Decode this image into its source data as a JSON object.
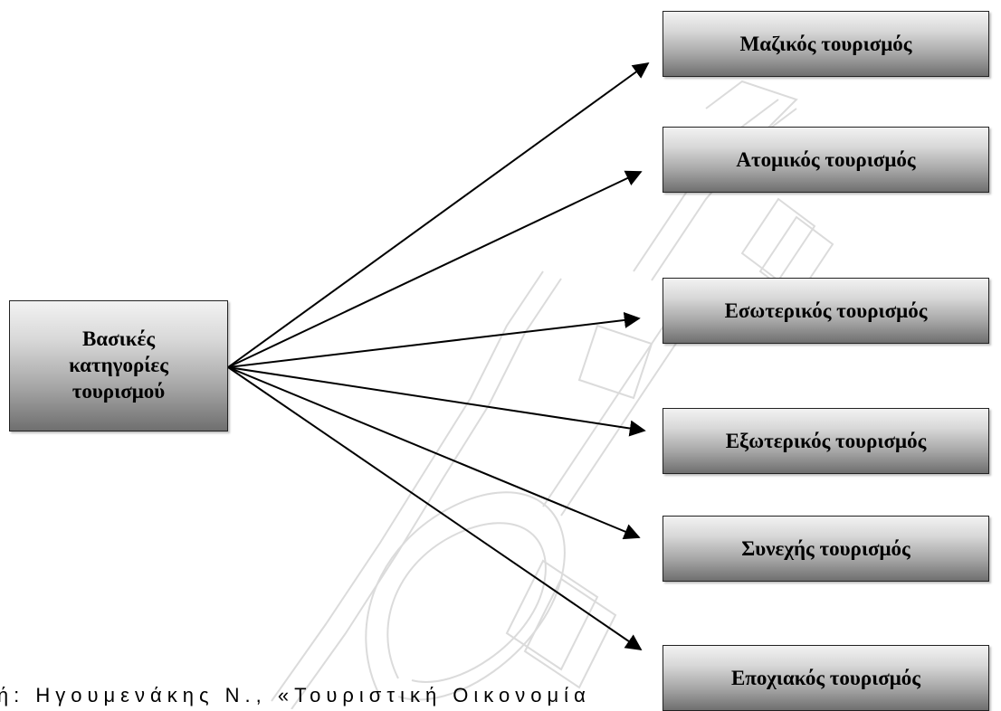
{
  "diagram": {
    "center": {
      "lines": [
        "Βασικές",
        "κατηγορίες",
        "τουρισμού"
      ]
    },
    "categories": [
      {
        "label": "Μαζικός τουρισμός"
      },
      {
        "label": "Ατομικός τουρισμός"
      },
      {
        "label": "Εσωτερικός τουρισμός"
      },
      {
        "label": "Εξωτερικός τουρισμός"
      },
      {
        "label": "Συνεχής τουρισμός"
      },
      {
        "label": "Εποχιακός τουρισμός"
      }
    ]
  },
  "caption": {
    "text": "ιή: Ηγουμενάκης Ν., «Τουριστική Οικονομία"
  },
  "colors": {
    "arrow": "#000000",
    "watermark": "#c8c8c8"
  }
}
